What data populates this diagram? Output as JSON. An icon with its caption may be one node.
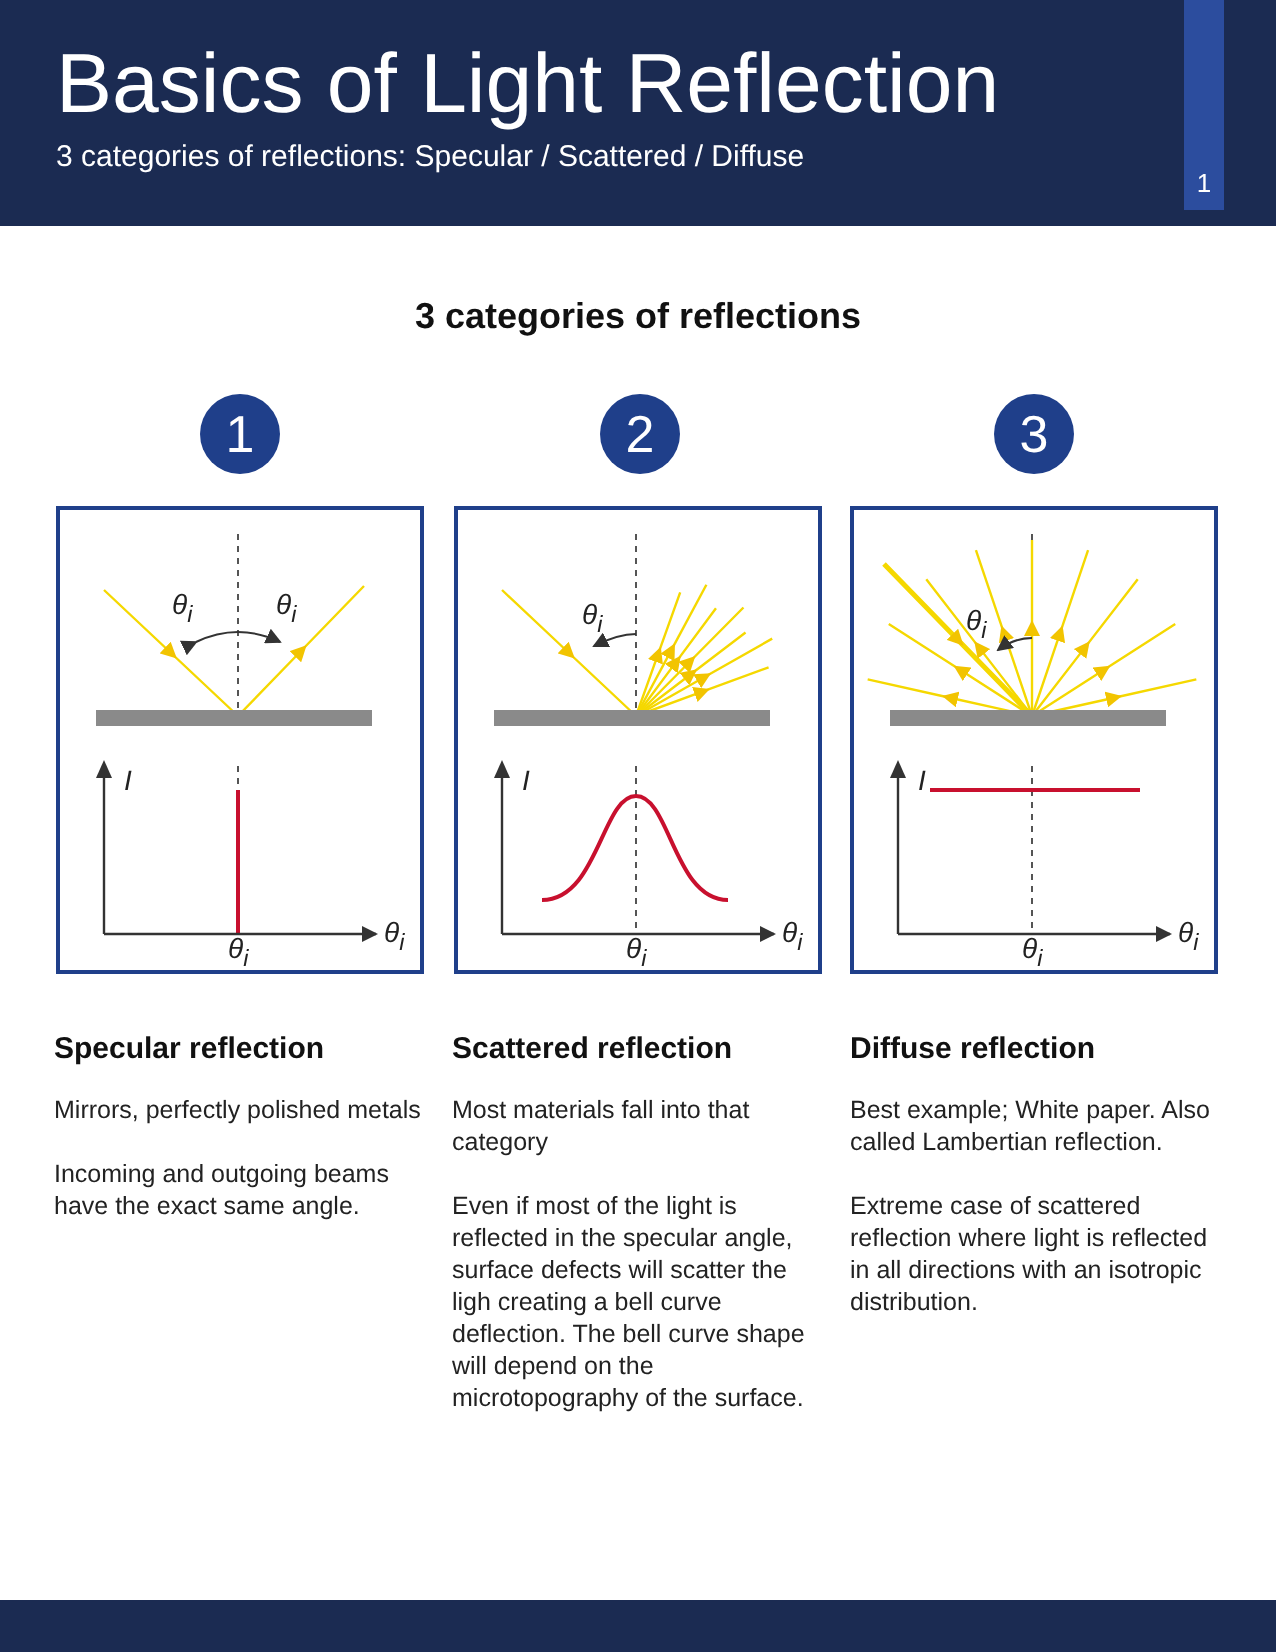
{
  "diagram": {
    "title": "Basics of Light Reflection",
    "nodes": [
      {
        "text": [
          "1"
        ]
      },
      {
        "text": [
          "1"
        ]
      },
      {
        "text": [
          "2"
        ]
      },
      {
        "text": [
          "3"
        ]
      },
      {
        "text": [
          "θ$_{i}$",
          "θ$_{i}$",
          "I",
          "θ$_{i}$",
          "θ$_{i}$"
        ]
      },
      {
        "text": [
          "θ$_{i}$",
          "I",
          "θ$_{i}$",
          "θ$_{i}$"
        ]
      },
      {
        "text": [
          "θ$_{i}$",
          "I",
          "θ$_{i}$",
          "θ$_{i}$"
        ]
      }
    ],
    "edges": [],
    "labels": [
      "3 categories of reflections: Specular / Scattered / Diffuse",
      "3 categories of reflections",
      "Specular reflection",
      "Mirrors, perfectly polished metals",
      "Incoming and outgoing beams have the exact same angle.",
      "Scattered reflection",
      "Most materials fall into that category",
      "Even if most of the light is reflected in the specular angle, surface defects will scatter the ligh creating a bell curve deflection. The bell curve shape will depend on the microtopography of the surface.",
      "Diffuse reflection",
      "Best example; White paper. Also called Lambertian reflection.",
      "Extreme case of scattered reflection where light is reflected in all directions with an isotropic distribution."
    ]
  }
}
